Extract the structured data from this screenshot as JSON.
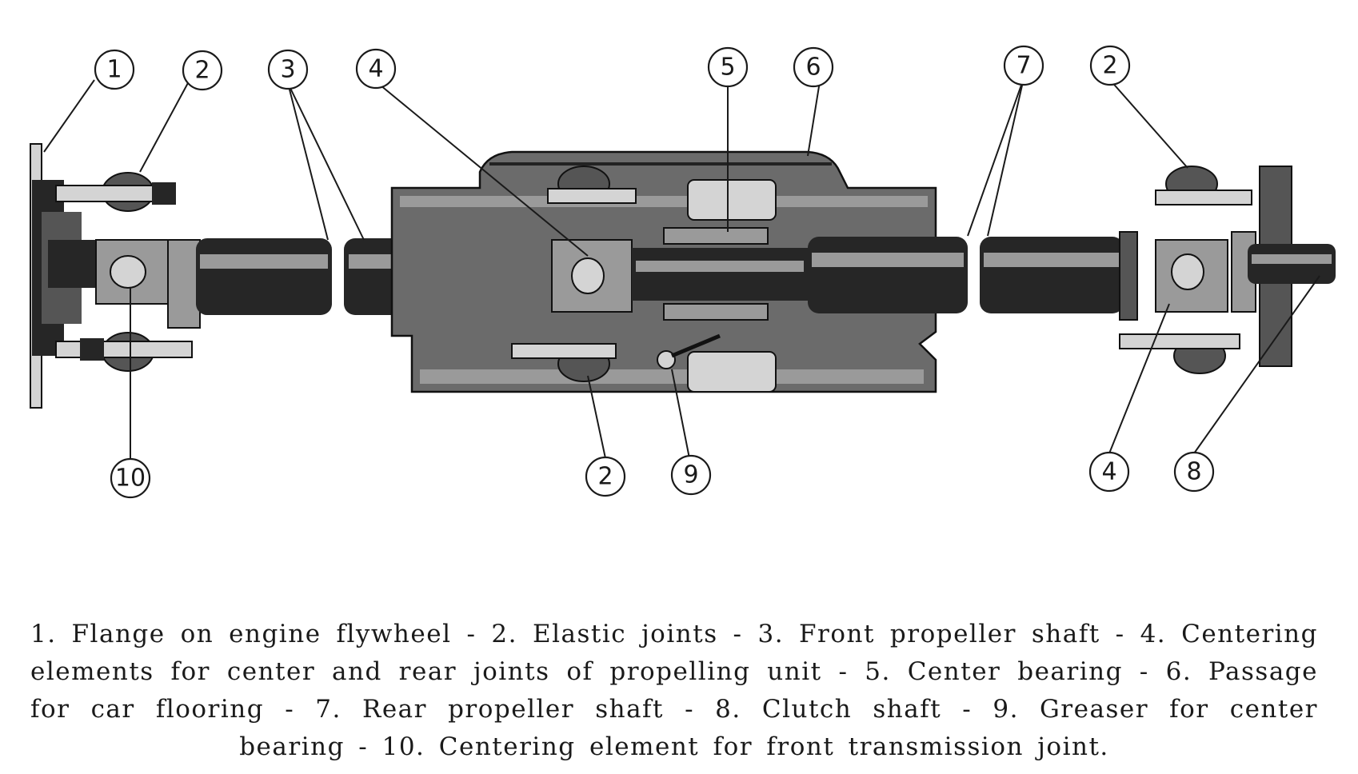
{
  "callouts": [
    {
      "label": "1"
    },
    {
      "label": "2"
    },
    {
      "label": "3"
    },
    {
      "label": "4"
    },
    {
      "label": "5"
    },
    {
      "label": "6"
    },
    {
      "label": "7"
    },
    {
      "label": "2"
    },
    {
      "label": "10"
    },
    {
      "label": "2"
    },
    {
      "label": "9"
    },
    {
      "label": "4"
    },
    {
      "label": "8"
    }
  ],
  "caption": "1. Flange on engine flywheel - 2. Elastic joints - 3. Front propeller shaft - 4. Centering elements for center and rear joints of propelling unit - 5. Center bearing - 6. Passage for car flooring - 7. Rear propeller shaft - 8. Clutch shaft - 9. Greaser for center bearing - 10. Centering element for front transmission joint."
}
